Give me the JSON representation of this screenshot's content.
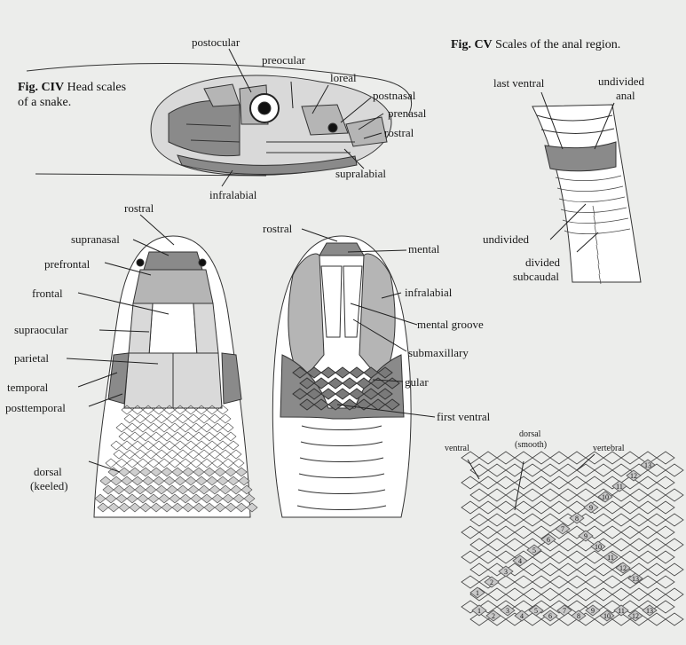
{
  "figures": {
    "head_caption_num": "Fig. CIV",
    "head_caption_text": "Head scales",
    "head_caption_line2": "of a snake.",
    "anal_caption_num": "Fig. CV",
    "anal_caption_text": "Scales of the anal region."
  },
  "lateral_labels": {
    "postocular": "postocular",
    "preocular": "preocular",
    "loreal": "loreal",
    "postnasal": "postnasal",
    "prenasal": "prenasal",
    "rostral": "rostral",
    "supralabial": "supralabial",
    "infralabial": "infralabial"
  },
  "dorsal_labels": {
    "rostral": "rostral",
    "supranasal": "supranasal",
    "prefrontal": "prefrontal",
    "frontal": "frontal",
    "supraocular": "supraocular",
    "parietal": "parietal",
    "temporal": "temporal",
    "posttemporal": "posttemporal",
    "dorsal": "dorsal",
    "keeled": "(keeled)"
  },
  "ventral_labels": {
    "rostral": "rostral",
    "mental": "mental",
    "infralabial": "infralabial",
    "mental_groove": "mental   groove",
    "submaxillary": "submaxillary",
    "gular": "gular",
    "first_ventral": "first ventral"
  },
  "anal_labels": {
    "last_ventral": "last ventral",
    "undivided_anal_1": "undivided",
    "undivided_anal_2": "anal",
    "undivided": "undivided",
    "divided_1": "divided",
    "divided_2": "subcaudal"
  },
  "count_labels": {
    "ventral": "ventral",
    "dorsal": "dorsal",
    "smooth": "(smooth)",
    "vertebral": "vertebral"
  },
  "count_numbers": {
    "diag_down": [
      "13",
      "12",
      "11",
      "10",
      "9",
      "8",
      "7",
      "6",
      "5",
      "4",
      "3",
      "2",
      "1"
    ],
    "diag_up": [
      "9",
      "10",
      "11",
      "12",
      "13"
    ],
    "bottom_row": [
      "1",
      "2",
      "3",
      "4",
      "5",
      "6",
      "7",
      "8",
      "9",
      "10",
      "11",
      "12",
      "13"
    ]
  },
  "colors": {
    "background": "#ecedeb",
    "dark_scale": "#8a8a8a",
    "mid_scale": "#b5b5b5",
    "light_scale": "#d9d9d9",
    "line": "#333333"
  }
}
